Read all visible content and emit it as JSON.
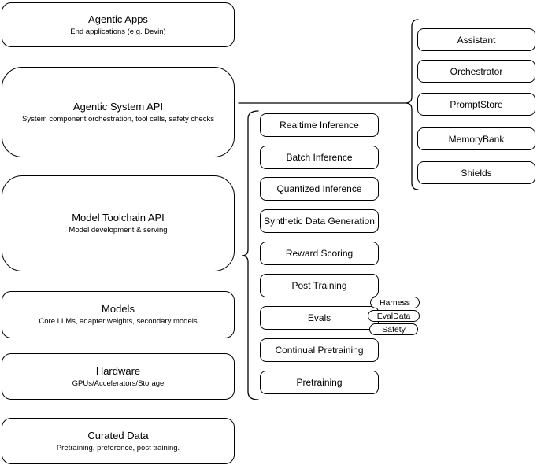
{
  "left_column": [
    {
      "title": "Agentic Apps",
      "subtitle": "End applications (e.g. Devin)"
    },
    {
      "title": "Agentic System API",
      "subtitle": "System component orchestration, tool calls, safety checks"
    },
    {
      "title": "Model Toolchain API",
      "subtitle": "Model development & serving"
    },
    {
      "title": "Models",
      "subtitle": "Core LLMs, adapter weights, secondary models"
    },
    {
      "title": "Hardware",
      "subtitle": "GPUs/Accelerators/Storage"
    },
    {
      "title": "Curated Data",
      "subtitle": "Pretraining, preference, post training."
    }
  ],
  "middle_column": [
    "Realtime Inference",
    "Batch Inference",
    "Quantized Inference",
    "Synthetic Data Generation",
    "Reward Scoring",
    "Post Training",
    "Evals",
    "Continual Pretraining",
    "Pretraining"
  ],
  "eval_pills": [
    "Harness",
    "EvalData",
    "Safety"
  ],
  "right_column": [
    "Assistant",
    "Orchestrator",
    "PromptStore",
    "MemoryBank",
    "Shields"
  ],
  "colors": {
    "background": "#ffffff",
    "node_fill": "#ffffff",
    "stroke": "#000000",
    "text": "#000000"
  }
}
